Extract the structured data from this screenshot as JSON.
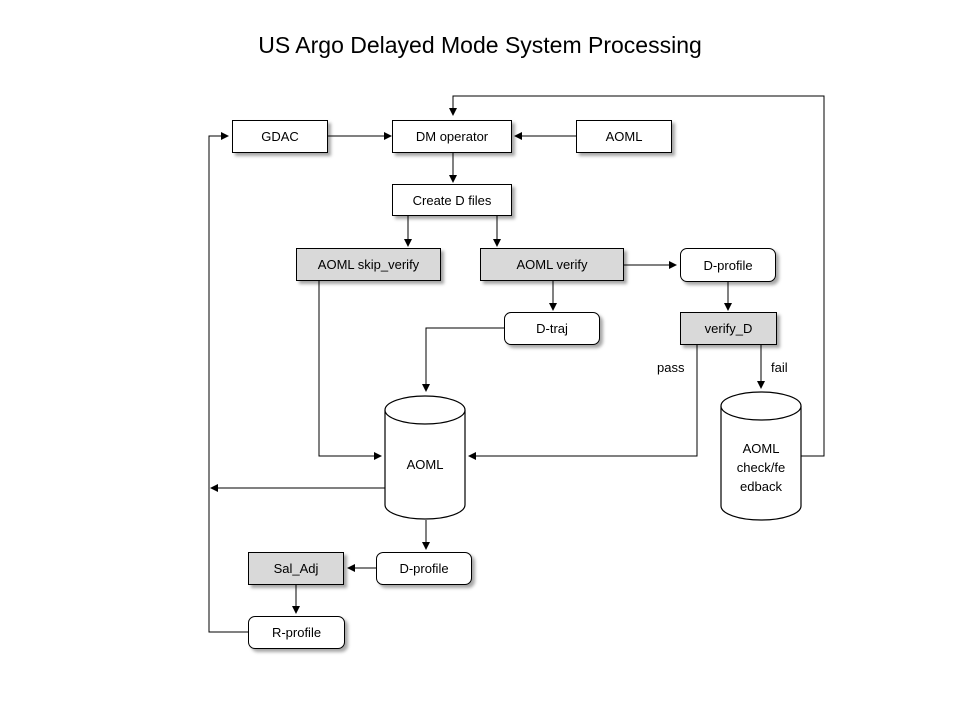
{
  "title": "US Argo Delayed Mode System Processing",
  "nodes": {
    "gdac": "GDAC",
    "dm_operator": "DM operator",
    "aoml_top": "AOML",
    "create_d_files": "Create D files",
    "skip_verify": "AOML skip_verify",
    "aoml_verify": "AOML verify",
    "d_profile_top": "D-profile",
    "d_traj": "D-traj",
    "verify_d": "verify_D",
    "aoml_db": "AOML",
    "check_feedback_1": "AOML",
    "check_feedback_2": "check/fe",
    "check_feedback_3": "edback",
    "d_profile_bottom": "D-profile",
    "sal_adj": "Sal_Adj",
    "r_profile": "R-profile"
  },
  "edge_labels": {
    "pass": "pass",
    "fail": "fail"
  },
  "colors": {
    "gray_fill": "#d9d9d9",
    "stroke": "#000000"
  }
}
